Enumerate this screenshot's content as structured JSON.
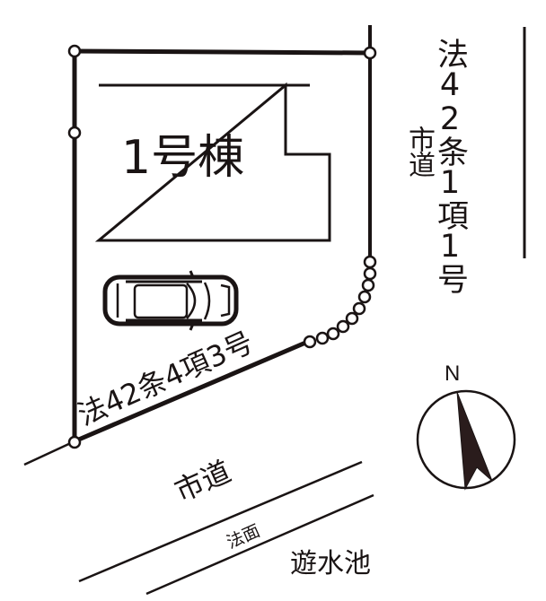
{
  "building": {
    "label": "1号棟"
  },
  "roads": {
    "east": {
      "designation": "法42条1項1号",
      "type": "市道"
    },
    "south": {
      "designation": "法42条4項3号",
      "type": "市道"
    }
  },
  "slope": {
    "label": "法面"
  },
  "pond": {
    "label": "遊水池"
  },
  "compass": {
    "label": "N"
  },
  "colors": {
    "line": "#1a1414",
    "background": "#ffffff"
  }
}
